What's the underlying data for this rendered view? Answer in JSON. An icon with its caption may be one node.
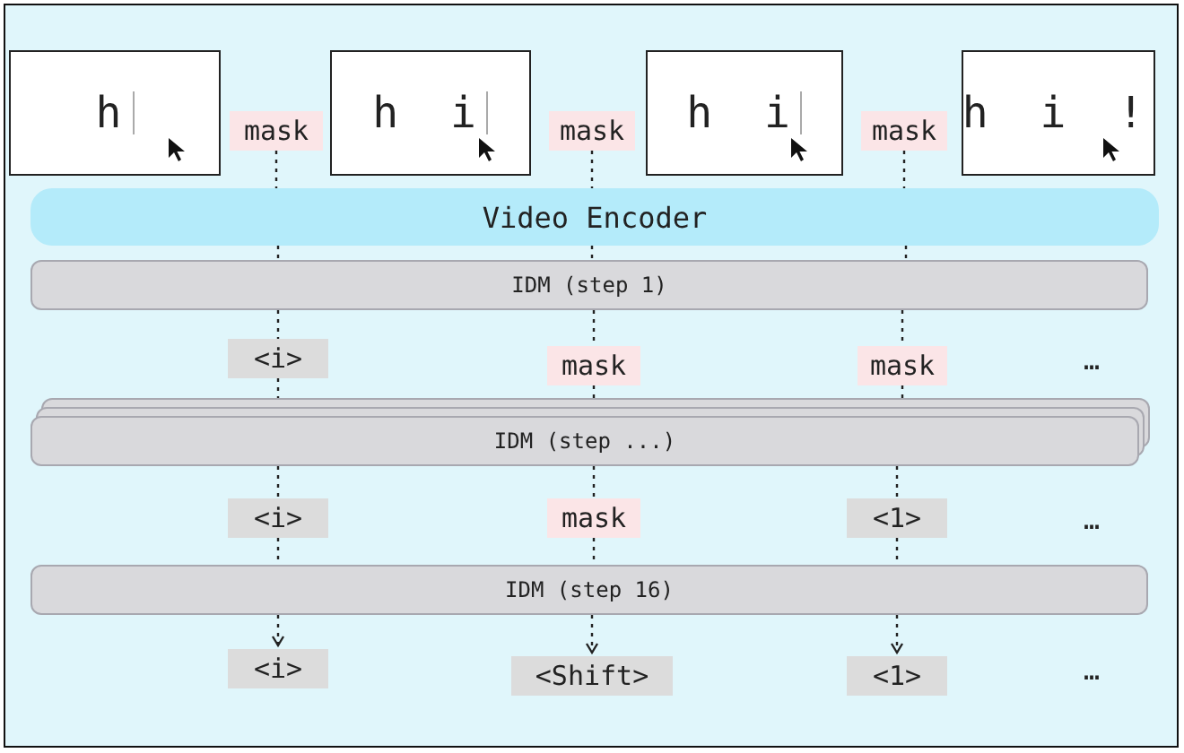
{
  "diagram": {
    "nodes": [
      {
        "text": [
          "h"
        ]
      },
      {
        "text": [
          "mask"
        ]
      },
      {
        "text": [
          "h i"
        ]
      },
      {
        "text": [
          "mask"
        ]
      },
      {
        "text": [
          "h i"
        ]
      },
      {
        "text": [
          "mask"
        ]
      },
      {
        "text": [
          "h i !"
        ]
      },
      {
        "text": [
          "Video Encoder"
        ]
      },
      {
        "text": [
          "IDM (step 1)"
        ]
      },
      {
        "text": [
          "<i>"
        ]
      },
      {
        "text": [
          "mask"
        ]
      },
      {
        "text": [
          "mask"
        ]
      },
      {
        "text": [
          "IDM (step ...)"
        ]
      },
      {
        "text": [
          "<i>"
        ]
      },
      {
        "text": [
          "mask"
        ]
      },
      {
        "text": [
          "<1>"
        ]
      },
      {
        "text": [
          "IDM (step 16)"
        ]
      },
      {
        "text": [
          "<i>"
        ]
      },
      {
        "text": [
          "<Shift>"
        ]
      },
      {
        "text": [
          "<1>"
        ]
      }
    ],
    "edges": [
      {
        "from": 1,
        "to": 7,
        "arrow": "none",
        "style": "dashed"
      },
      {
        "from": 3,
        "to": 7,
        "arrow": "none",
        "style": "dashed"
      },
      {
        "from": 5,
        "to": 7,
        "arrow": "none",
        "style": "dashed"
      },
      {
        "from": 7,
        "to": 8,
        "arrow": "none",
        "style": "dashed"
      },
      {
        "from": 7,
        "to": 8,
        "arrow": "none",
        "style": "dashed"
      },
      {
        "from": 7,
        "to": 8,
        "arrow": "none",
        "style": "dashed"
      },
      {
        "from": 8,
        "to": 9,
        "arrow": "none",
        "style": "dashed"
      },
      {
        "from": 8,
        "to": 10,
        "arrow": "none",
        "style": "dashed"
      },
      {
        "from": 8,
        "to": 11,
        "arrow": "none",
        "style": "dashed"
      },
      {
        "from": 9,
        "to": 12,
        "arrow": "none",
        "style": "dashed"
      },
      {
        "from": 10,
        "to": 12,
        "arrow": "none",
        "style": "dashed"
      },
      {
        "from": 11,
        "to": 12,
        "arrow": "none",
        "style": "dashed"
      },
      {
        "from": 12,
        "to": 13,
        "arrow": "none",
        "style": "dashed"
      },
      {
        "from": 12,
        "to": 14,
        "arrow": "none",
        "style": "dashed"
      },
      {
        "from": 12,
        "to": 15,
        "arrow": "none",
        "style": "dashed"
      },
      {
        "from": 13,
        "to": 16,
        "arrow": "none",
        "style": "dashed"
      },
      {
        "from": 14,
        "to": 16,
        "arrow": "none",
        "style": "dashed"
      },
      {
        "from": 15,
        "to": 16,
        "arrow": "none",
        "style": "dashed"
      },
      {
        "from": 16,
        "to": 17,
        "arrow": "to",
        "style": "dashed"
      },
      {
        "from": 16,
        "to": 18,
        "arrow": "to",
        "style": "dashed"
      },
      {
        "from": 16,
        "to": 19,
        "arrow": "to",
        "style": "dashed"
      }
    ],
    "labels": [
      "…",
      "…",
      "…"
    ]
  }
}
